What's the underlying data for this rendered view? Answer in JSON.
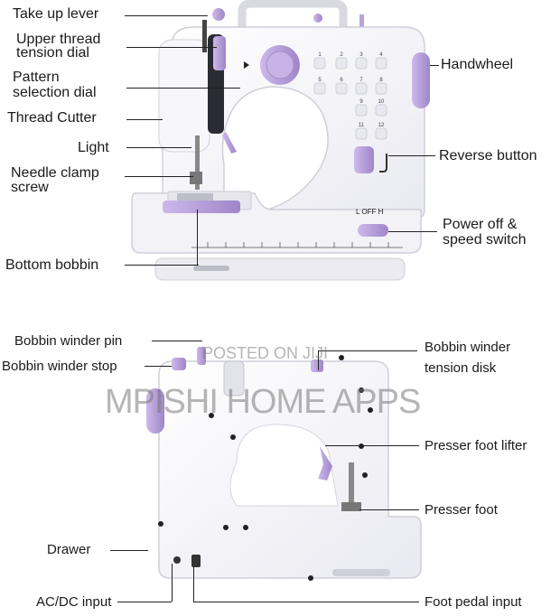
{
  "image": {
    "top_labels": {
      "take_up_lever": "Take up lever",
      "upper_thread_tension_dial_l1": "Upper thread",
      "upper_thread_tension_dial_l2": "tension dial",
      "pattern_selection_dial_l1": "Pattern",
      "pattern_selection_dial_l2": "selection dial",
      "thread_cutter": "Thread Cutter",
      "light": "Light",
      "needle_clamp_screw_l1": "Needle clamp",
      "needle_clamp_screw_l2": "screw",
      "bottom_bobbin": "Bottom bobbin",
      "handwheel": "Handwheel",
      "reverse_button": "Reverse button",
      "power_off_speed_switch_l1": "Power off &",
      "power_off_speed_switch_l2": "speed switch",
      "switch_text": "L  OFF  H"
    },
    "bottom_labels": {
      "bobbin_winder_pin": "Bobbin winder pin",
      "bobbin_winder_stop": "Bobbin winder stop",
      "bobbin_winder_tension_disk_l1": "Bobbin winder",
      "bobbin_winder_tension_disk_l2": "tension disk",
      "presser_foot_lifter": "Presser foot lifter",
      "presser_foot": "Presser foot",
      "drawer": "Drawer",
      "ac_dc_input": "AC/DC input",
      "foot_pedal_input": "Foot pedal input"
    },
    "watermark": {
      "posted": "POSTED ON JIJI",
      "brand": "MPISHI HOME APPS"
    },
    "dial_numbers": [
      "1",
      "2",
      "3",
      "4",
      "5",
      "6",
      "7",
      "8",
      "9",
      "10",
      "11",
      "12"
    ],
    "colors": {
      "accent_lilac": "#b9a3d8",
      "body_white": "#f4f4f8",
      "outline": "#c9c9d3",
      "text": "#1a1a1a"
    }
  }
}
